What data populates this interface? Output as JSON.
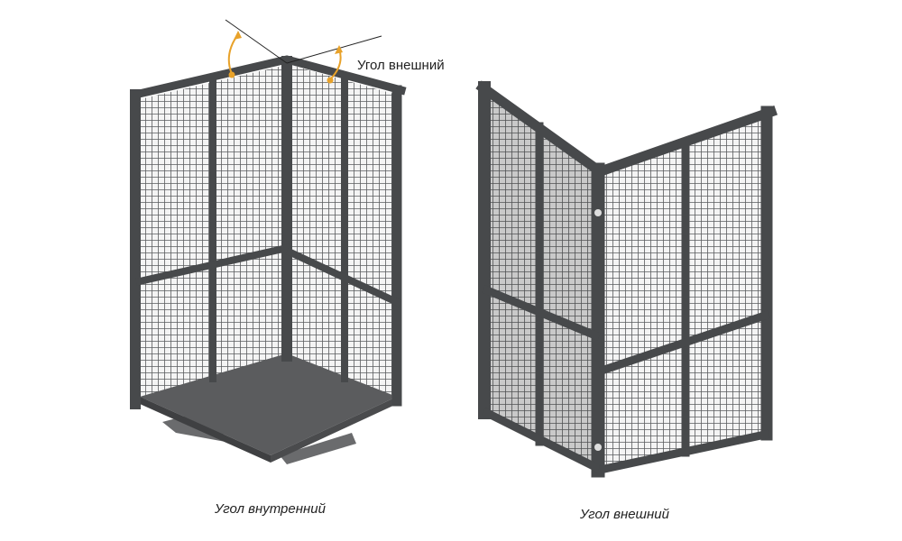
{
  "annotation_label": "Угол внешний",
  "captions": {
    "left": "Угол внутренний",
    "right": "Угол внешний"
  },
  "colors": {
    "frame": "#4a4c4e",
    "frame_dark": "#3a3c3e",
    "mesh": "#5a5c5e",
    "floor": "#58595b",
    "arrow": "#e8a22a"
  }
}
